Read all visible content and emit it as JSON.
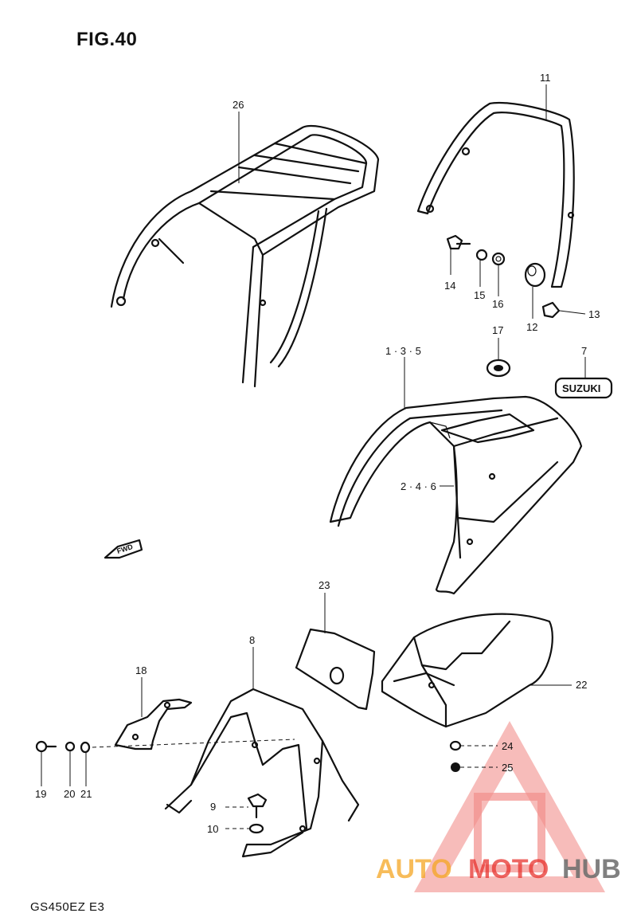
{
  "figure": {
    "title": "FIG.40",
    "model": "GS450EZ  E3"
  },
  "fwd_arrow": "FWD",
  "emblem_text": "SUZUKI",
  "callouts": {
    "c26": "26",
    "c11": "11",
    "c14": "14",
    "c15": "15",
    "c16": "16",
    "c12": "12",
    "c13": "13",
    "c17": "17",
    "c135": "1 · 3 · 5",
    "c7": "7",
    "c246": "2 · 4 · 6",
    "c23": "23",
    "c8": "8",
    "c22": "22",
    "c18": "18",
    "c19": "19",
    "c20": "20",
    "c21": "21",
    "c24": "24",
    "c25": "25",
    "c9": "9",
    "c10": "10"
  },
  "watermark": {
    "text_a": "AUTO",
    "text_b": "MOTO",
    "text_c": "HUB",
    "colors": {
      "red": "#e8332e",
      "orange": "#f5a623",
      "gray": "#6b6b6b"
    }
  }
}
